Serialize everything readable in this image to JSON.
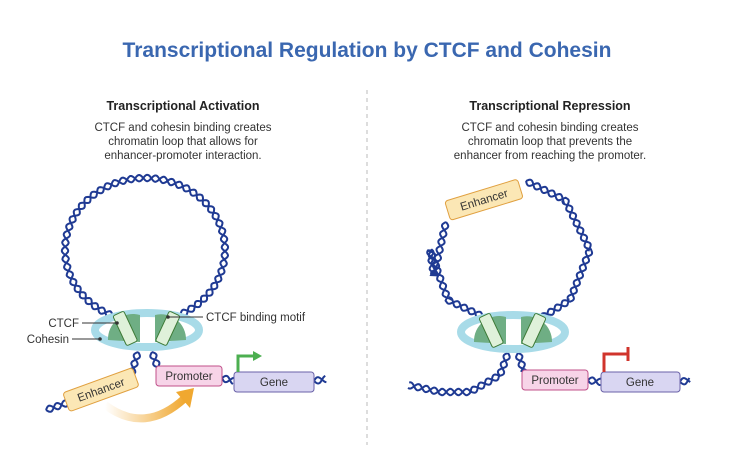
{
  "title": "Transcriptional Regulation by CTCF and Cohesin",
  "left": {
    "heading": "Transcriptional Activation",
    "description": [
      "CTCF and cohesin binding creates",
      "chromatin loop that allows for",
      "enhancer-promoter interaction."
    ],
    "labels": {
      "ctcf": "CTCF",
      "cohesin": "Cohesin",
      "motif": "CTCF binding motif"
    },
    "boxes": {
      "enhancer": "Enhancer",
      "promoter": "Promoter",
      "gene": "Gene"
    },
    "transcription_arrow": "active"
  },
  "right": {
    "heading": "Transcriptional Repression",
    "description": [
      "CTCF and cohesin binding creates",
      "chromatin loop that prevents the",
      "enhancer from reaching the promoter."
    ],
    "boxes": {
      "enhancer": "Enhancer",
      "promoter": "Promoter",
      "gene": "Gene"
    },
    "transcription_arrow": "blocked"
  },
  "colors": {
    "title": "#3a67b0",
    "dna": "#1f3a93",
    "cohesin": "#a8dbe8",
    "ctcf": "#6fae84",
    "enhancer": "#fbe7b5",
    "promoter": "#f7d4e8",
    "gene": "#d9d6f2",
    "activate": "#4caf50",
    "repress": "#d0342c",
    "interaction_arrow": "#f0a830"
  }
}
